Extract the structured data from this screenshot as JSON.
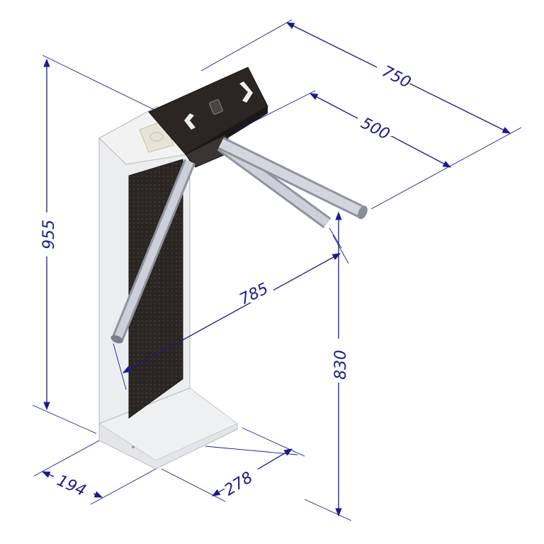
{
  "figure": {
    "dimensions": {
      "width_total": "750",
      "arm_length": "500",
      "height_total": "955",
      "passage_width": "785",
      "arm_height": "830",
      "base_depth": "194",
      "base_width": "278"
    },
    "colors": {
      "dimension": "#1a1a8c",
      "body_white": "#ecedef",
      "panel_dark": "#2b2623",
      "arm_metal": "#c9ccd4"
    }
  }
}
